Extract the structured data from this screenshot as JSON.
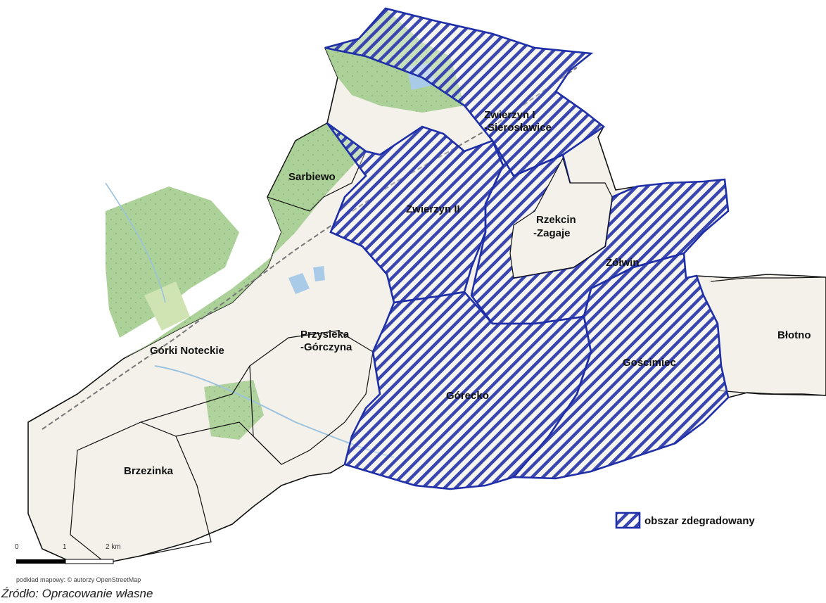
{
  "map": {
    "villages": {
      "zwierzyn_i": [
        "Zwierzyn I",
        "-Sierosławice"
      ],
      "sarbiewo": "Sarbiewo",
      "zwierzyn_ii": "Zwierzyn II",
      "rzekcin": [
        "Rzekcin",
        "-Zagaje"
      ],
      "zolwin": "Żółwin",
      "blotno": "Błotno",
      "gorki": "Górki Noteckie",
      "przysieka": [
        "Przysieka",
        "-Górczyna"
      ],
      "goscimiec": "Gościmiec",
      "gorecko": "Górecko",
      "brzezinka": "Brzezinka"
    },
    "legend": {
      "label": "obszar zdegradowany",
      "color": "#1f2fa8"
    },
    "scale": {
      "ticks": [
        "0",
        "1",
        "2 km"
      ]
    },
    "attribution": "podkład mapowy: © autorzy OpenStreetMap"
  },
  "source": "Źródło: Opracowanie własne"
}
